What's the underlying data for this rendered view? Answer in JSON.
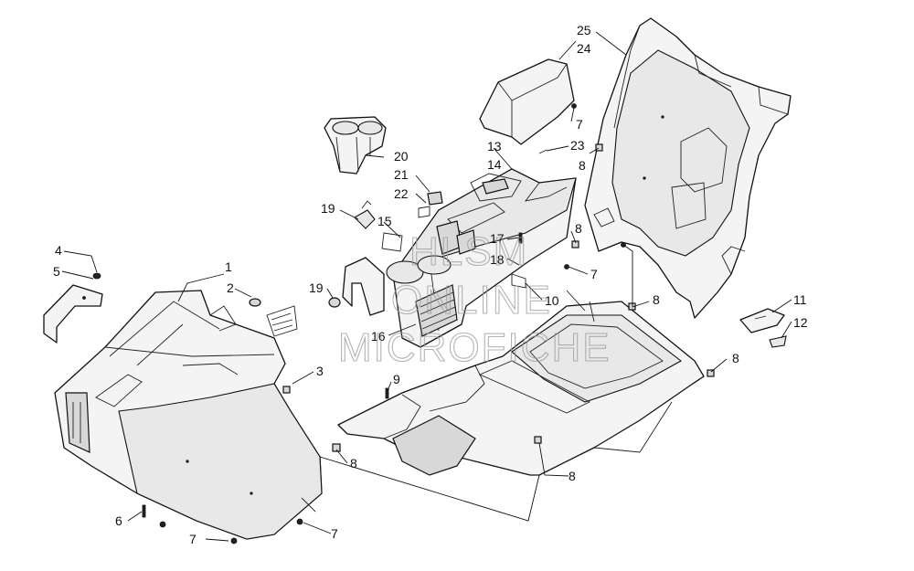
{
  "diagram": {
    "callouts": [
      {
        "id": "c1",
        "label": "1"
      },
      {
        "id": "c2",
        "label": "2"
      },
      {
        "id": "c3",
        "label": "3"
      },
      {
        "id": "c4",
        "label": "4"
      },
      {
        "id": "c5",
        "label": "5"
      },
      {
        "id": "c6",
        "label": "6"
      },
      {
        "id": "c7a",
        "label": "7"
      },
      {
        "id": "c7b",
        "label": "7"
      },
      {
        "id": "c7c",
        "label": "7"
      },
      {
        "id": "c7d",
        "label": "7"
      },
      {
        "id": "c8a",
        "label": "8"
      },
      {
        "id": "c8b",
        "label": "8"
      },
      {
        "id": "c8c",
        "label": "8"
      },
      {
        "id": "c8d",
        "label": "8"
      },
      {
        "id": "c8e",
        "label": "8"
      },
      {
        "id": "c8f",
        "label": "8"
      },
      {
        "id": "c9",
        "label": "9"
      },
      {
        "id": "c10",
        "label": "10"
      },
      {
        "id": "c11",
        "label": "11"
      },
      {
        "id": "c12",
        "label": "12"
      },
      {
        "id": "c13",
        "label": "13"
      },
      {
        "id": "c14",
        "label": "14"
      },
      {
        "id": "c15",
        "label": "15"
      },
      {
        "id": "c16",
        "label": "16"
      },
      {
        "id": "c17",
        "label": "17"
      },
      {
        "id": "c18",
        "label": "18"
      },
      {
        "id": "c19a",
        "label": "19"
      },
      {
        "id": "c19b",
        "label": "19"
      },
      {
        "id": "c20",
        "label": "20"
      },
      {
        "id": "c21",
        "label": "21"
      },
      {
        "id": "c22",
        "label": "22"
      },
      {
        "id": "c23",
        "label": "23"
      },
      {
        "id": "c24",
        "label": "24"
      },
      {
        "id": "c25",
        "label": "25"
      }
    ]
  },
  "watermark": {
    "line1": "HLSM",
    "line2": "ONLINE",
    "line3": "MICROFICHE"
  }
}
